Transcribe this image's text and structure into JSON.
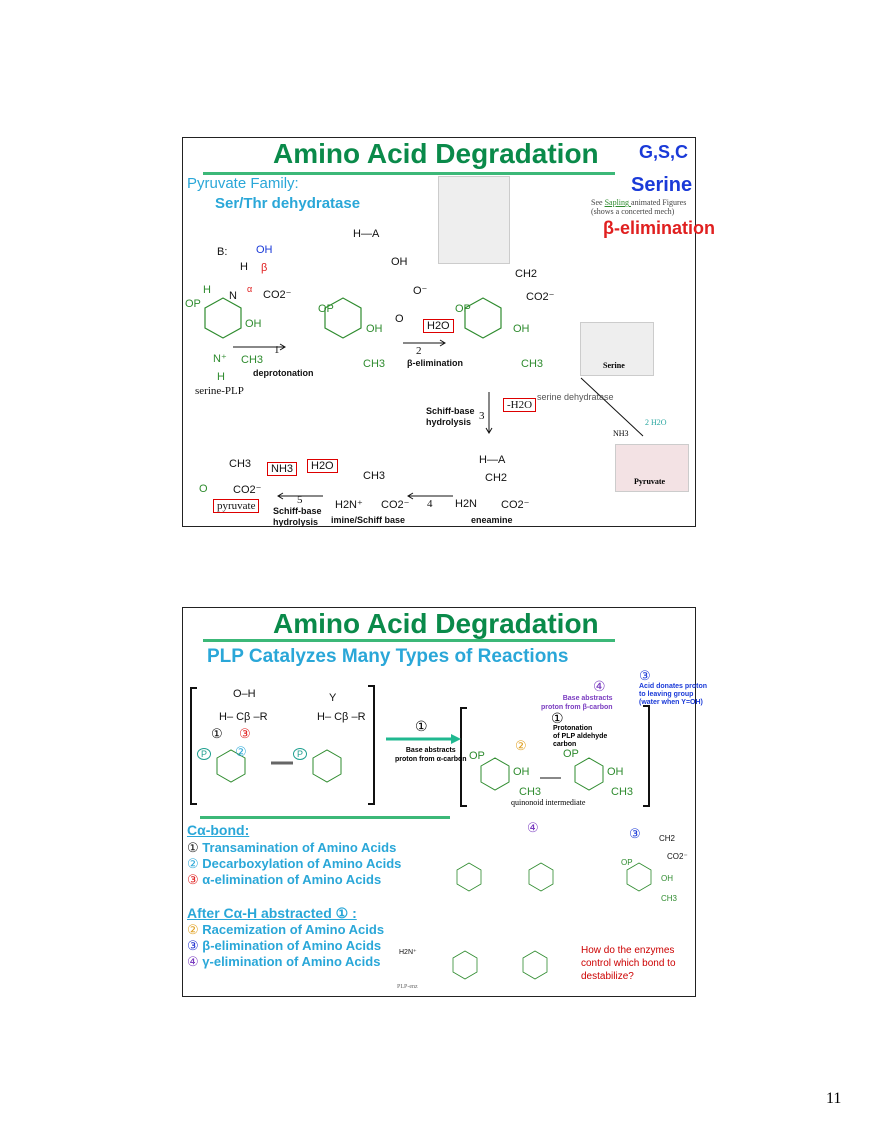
{
  "slide1": {
    "title": "Amino Acid Degradation",
    "corner_tag": "G,S,C",
    "subtitle": "Pyruvate Family:",
    "enzyme": "Ser/Thr dehydratase",
    "amino_acid": "Serine",
    "note_prefix": "See ",
    "note_link": "Sapling ",
    "note_suffix": "animated Figures",
    "note_line2": "(shows a concerted mech)",
    "mechanism_type": "β-elimination",
    "labels": {
      "base": "B:",
      "oh_top": "OH",
      "h": "H",
      "beta": "β",
      "alpha": "α",
      "h_imine": "H",
      "n": "N",
      "co2": "CO2⁻",
      "op": "OP",
      "oh_ring": "OH",
      "nplus": "N⁺",
      "ch3": "CH3",
      "nh": "H",
      "serine_plp": "serine-PLP",
      "step1": "1",
      "deprotonation": "deprotonation",
      "ha_top": "H—A",
      "oh2": "OH",
      "o_minus": "O⁻",
      "o": "O",
      "h2o_box": "H2O",
      "step2": "2",
      "beta_elim": "β-elimination",
      "ch2": "CH2",
      "step3": "3",
      "schiff1": "Schiff-base",
      "hydrolysis1": "hydrolysis",
      "h2o_box2": "-H2O",
      "serine_dehydratase": "serine dehydratase",
      "two_h2o": "2 H2O",
      "nh3_small": "NH3",
      "serine_struct": "Serine",
      "pyruvate_struct": "Pyruvate",
      "ha_bottom": "H—A",
      "ch2_b": "CH2",
      "h2n": "H2N",
      "co2_b": "CO2⁻",
      "eneamine": "eneamine",
      "step4": "4",
      "ch3_b": "CH3",
      "h2n_plus": "H2N⁺",
      "co2_c": "CO2⁻",
      "imine": "imine/Schiff base",
      "step5": "5",
      "schiff2": "Schiff-base",
      "hydrolysis2": "hydrolysis",
      "nh3_box": "NH3",
      "h2o_box3": "H2O",
      "ch3_p": "CH3",
      "o_p": "O",
      "co2_p": "CO2⁻",
      "pyruvate": "pyruvate"
    }
  },
  "slide2": {
    "title": "Amino Acid Degradation",
    "subtitle": "PLP Catalyzes Many Types of Reactions",
    "labels": {
      "oh": "O–H",
      "hcbr": "H– Cβ –R",
      "c1": "①",
      "c3": "③",
      "c2": "②",
      "p": "P",
      "y": "Y",
      "hcbr2": "H– Cβ –R",
      "arrow_num": "①",
      "base_alpha1": "Base abstracts",
      "base_alpha2": "proton from α-carbon",
      "n4": "④",
      "base_beta1": "Base abstracts",
      "base_beta2": "proton from β-carbon",
      "n3": "③",
      "acid1": "Acid donates proton",
      "acid2": "to leaving group",
      "acid3": "(water when Y=OH)",
      "n1": "①",
      "prot1": "Protonation",
      "prot2": "of PLP aldehyde",
      "prot3": "carbon",
      "n2": "②",
      "quinonoid": "quinonoid intermediate",
      "op": "OP",
      "oh_r": "OH",
      "ch3": "CH3"
    },
    "calpha_heading": "Cα-bond:",
    "calpha_items": [
      {
        "num": "①",
        "text": "Transamination of Amino Acids",
        "color": "#111111"
      },
      {
        "num": "②",
        "text": "Decarboxylation of Amino Acids",
        "color": "#2aa7d8"
      },
      {
        "num": "③",
        "text": "α-elimination of Amino Acids",
        "color": "#e02020"
      }
    ],
    "after_heading": "After Cα-H abstracted ① :",
    "after_items": [
      {
        "num": "②",
        "text": "Racemization of Amino Acids",
        "color": "#e0a020"
      },
      {
        "num": "③",
        "text": "β-elimination of Amino Acids",
        "color": "#2030d0"
      },
      {
        "num": "④",
        "text": "γ-elimination of Amino Acids",
        "color": "#7a3cc0"
      }
    ],
    "scheme_labels": {
      "n4": "④",
      "n3": "③",
      "ch2": "CH2",
      "co2": "CO2⁻",
      "op": "OP",
      "oh": "OH",
      "ch3": "CH3",
      "h2n": "H2N⁺",
      "plp": "PLP-enz"
    },
    "question": "How do the enzymes control which bond to destabilize?"
  },
  "page_number": "11",
  "colors": {
    "title_green": "#0a8a4a",
    "accent_cyan": "#2aa7d8",
    "blue": "#1a3ad8",
    "red": "#e02020",
    "plp_green": "#2e8b2e"
  }
}
